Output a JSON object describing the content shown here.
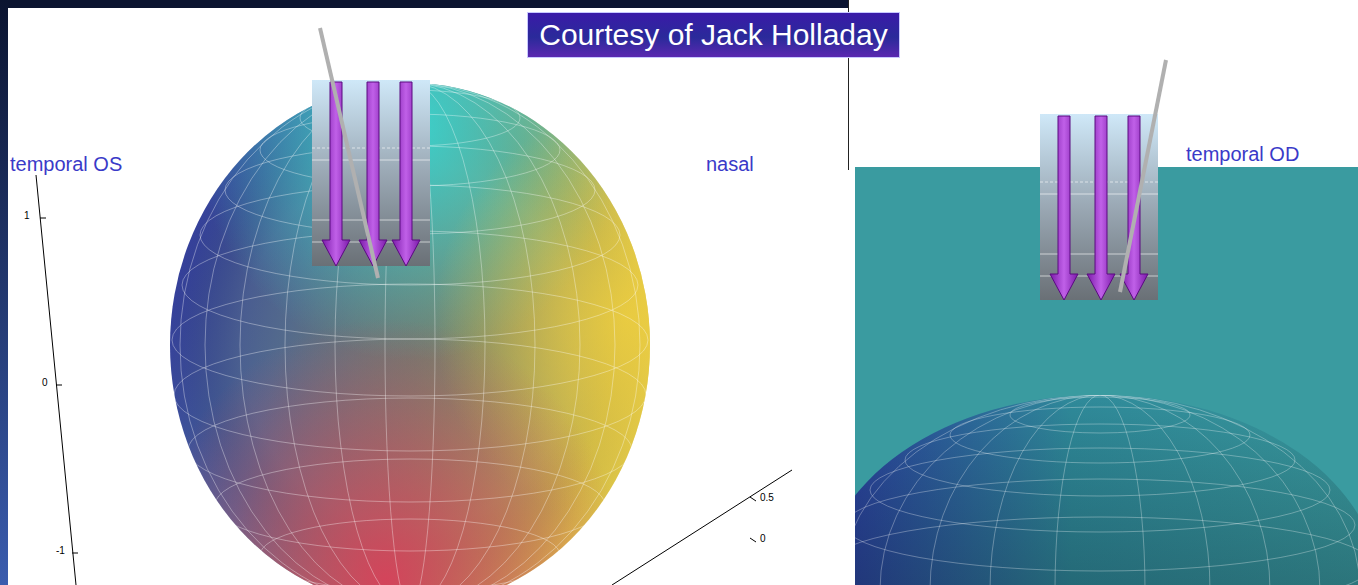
{
  "diagram": {
    "nodes": [
      {
        "text": [
          "Courtesy of Jack Holladay"
        ]
      }
    ],
    "labels": [
      "temporal OS",
      "nasal",
      "temporal OD",
      "1",
      "0",
      "-1",
      "0.5",
      "0"
    ]
  }
}
